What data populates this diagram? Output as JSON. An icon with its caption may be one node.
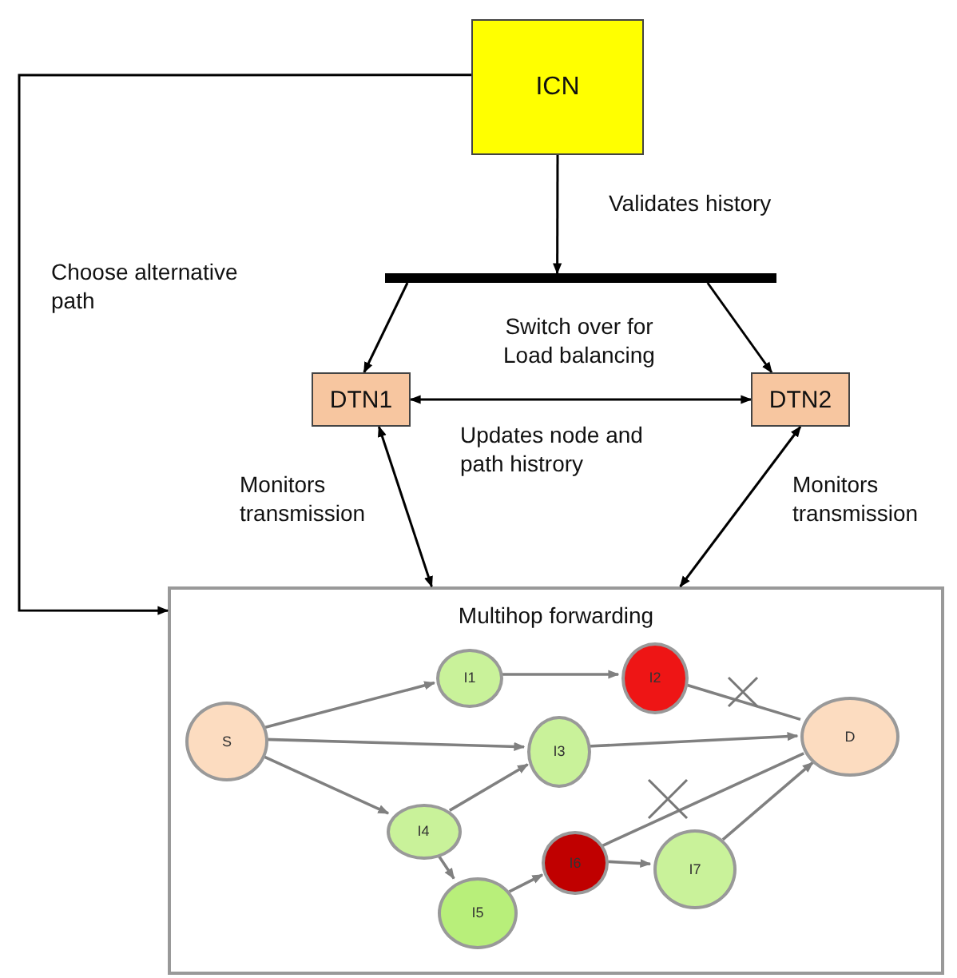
{
  "diagram": {
    "nodes": [
      {
        "text": [
          "ICN"
        ]
      },
      {
        "text": [],
        "shape": "bar"
      },
      {
        "text": [
          "DTN1"
        ]
      },
      {
        "text": [
          "DTN2"
        ]
      },
      {
        "text": [
          "Multihop forwarding"
        ]
      },
      {
        "text": [
          "S"
        ],
        "in": 4
      },
      {
        "text": [
          "I1"
        ],
        "in": 4
      },
      {
        "text": [
          "I2"
        ],
        "in": 4
      },
      {
        "text": [
          "I3"
        ],
        "in": 4
      },
      {
        "text": [
          "I4"
        ],
        "in": 4
      },
      {
        "text": [
          "I5"
        ],
        "in": 4
      },
      {
        "text": [
          "I6"
        ],
        "in": 4
      },
      {
        "text": [
          "I7"
        ],
        "in": 4
      },
      {
        "text": [
          "D"
        ],
        "in": 4
      }
    ],
    "edges": [
      {
        "from": 0,
        "to": 1,
        "arrow": "to",
        "label": "Validates history",
        "color": "#000000"
      },
      {
        "from": 1,
        "to": 2,
        "arrow": "to",
        "color": "#000000"
      },
      {
        "from": 1,
        "to": 3,
        "arrow": "to",
        "color": "#000000"
      },
      {
        "from": 2,
        "to": 3,
        "arrow": "both",
        "color": "#000000"
      },
      {
        "from": 2,
        "to": 4,
        "arrow": "both",
        "label": "Monitors transmission",
        "color": "#000000"
      },
      {
        "from": 3,
        "to": 4,
        "arrow": "both",
        "label": "Monitors transmission",
        "color": "#000000"
      },
      {
        "from": 0,
        "to": 4,
        "arrow": "to",
        "label": "Choose alternative path",
        "color": "#000000"
      },
      {
        "from": 5,
        "to": 6,
        "arrow": "to"
      },
      {
        "from": 6,
        "to": 7,
        "arrow": "to"
      },
      {
        "from": 7,
        "to": 13,
        "arrow": "none"
      },
      {
        "from": 5,
        "to": 8,
        "arrow": "to"
      },
      {
        "from": 8,
        "to": 13,
        "arrow": "to"
      },
      {
        "from": 5,
        "to": 9,
        "arrow": "to"
      },
      {
        "from": 9,
        "to": 8,
        "arrow": "to"
      },
      {
        "from": 9,
        "to": 10,
        "arrow": "to"
      },
      {
        "from": 10,
        "to": 11,
        "arrow": "to"
      },
      {
        "from": 11,
        "to": 13,
        "arrow": "none"
      },
      {
        "from": 11,
        "to": 12,
        "arrow": "to"
      },
      {
        "from": 12,
        "to": 13,
        "arrow": "to"
      }
    ],
    "labels": [
      "Switch over for Load balancing",
      "Updates node and path histrory"
    ]
  }
}
